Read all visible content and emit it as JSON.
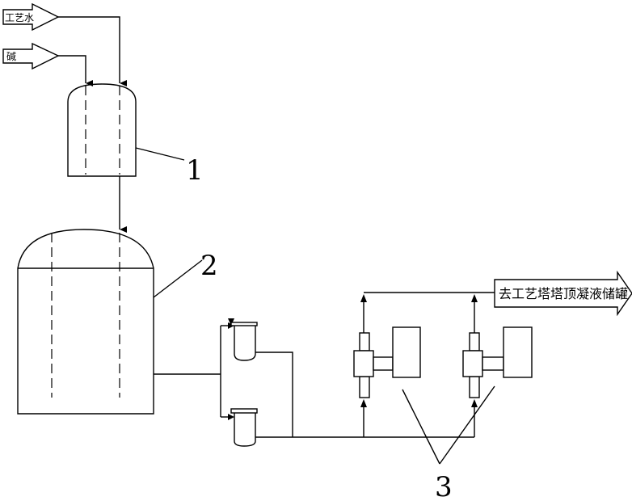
{
  "inputs": {
    "process_water": "工艺水",
    "alkali": "碱"
  },
  "output": {
    "label": "去工艺塔塔顶凝液储罐"
  },
  "callouts": {
    "one": "1",
    "two": "2",
    "three": "3"
  }
}
